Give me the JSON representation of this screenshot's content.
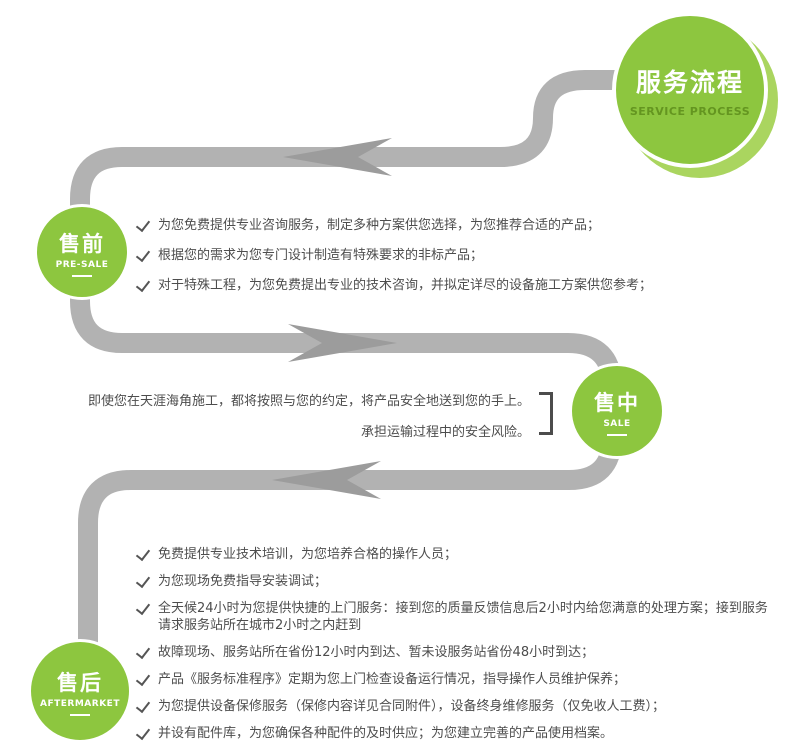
{
  "colors": {
    "green": "#8dc63f",
    "green_light": "#aad55f",
    "path_gray": "#b2b2b2",
    "arrow_gray": "#9c9c9c",
    "text_gray": "#4d4d4d"
  },
  "icons": {
    "check": "✓",
    "flow_arrows": [
      "arrow-left",
      "arrow-right",
      "arrow-left"
    ]
  },
  "header_circle": {
    "title": "服务流程",
    "subtitle": "SERVICE PROCESS"
  },
  "stages": {
    "pre_sale": {
      "title": "售前",
      "subtitle": "PRE-SALE",
      "items": [
        "为您免费提供专业咨询服务，制定多种方案供您选择，为您推荐合适的产品；",
        "根据您的需求为您专门设计制造有特殊要求的非标产品；",
        "对于特殊工程，为您免费提出专业的技术咨询，并拟定详尽的设备施工方案供您参考；"
      ]
    },
    "sale": {
      "title": "售中",
      "subtitle": "SALE",
      "lines": [
        "即使您在天涯海角施工，都将按照与您的约定，将产品安全地送到您的手上。",
        "承担运输过程中的安全风险。"
      ]
    },
    "aftermarket": {
      "title": "售后",
      "subtitle": "AFTERMARKET",
      "items": [
        "免费提供专业技术培训，为您培养合格的操作人员；",
        "为您现场免费指导安装调试；",
        "全天候24小时为您提供快捷的上门服务：接到您的质量反馈信息后2小时内给您满意的处理方案；接到服务请求服务站所在城市2小时之内赶到",
        "故障现场、服务站所在省份12小时内到达、暂未设服务站省份48小时到达；",
        "产品《服务标准程序》定期为您上门检查设备运行情况，指导操作人员维护保养；",
        "为您提供设备保修服务（保修内容详见合同附件），设备终身维修服务（仅免收人工费）；",
        "并设有配件库，为您确保各种配件的及时供应；为您建立完善的产品使用档案。"
      ]
    }
  }
}
